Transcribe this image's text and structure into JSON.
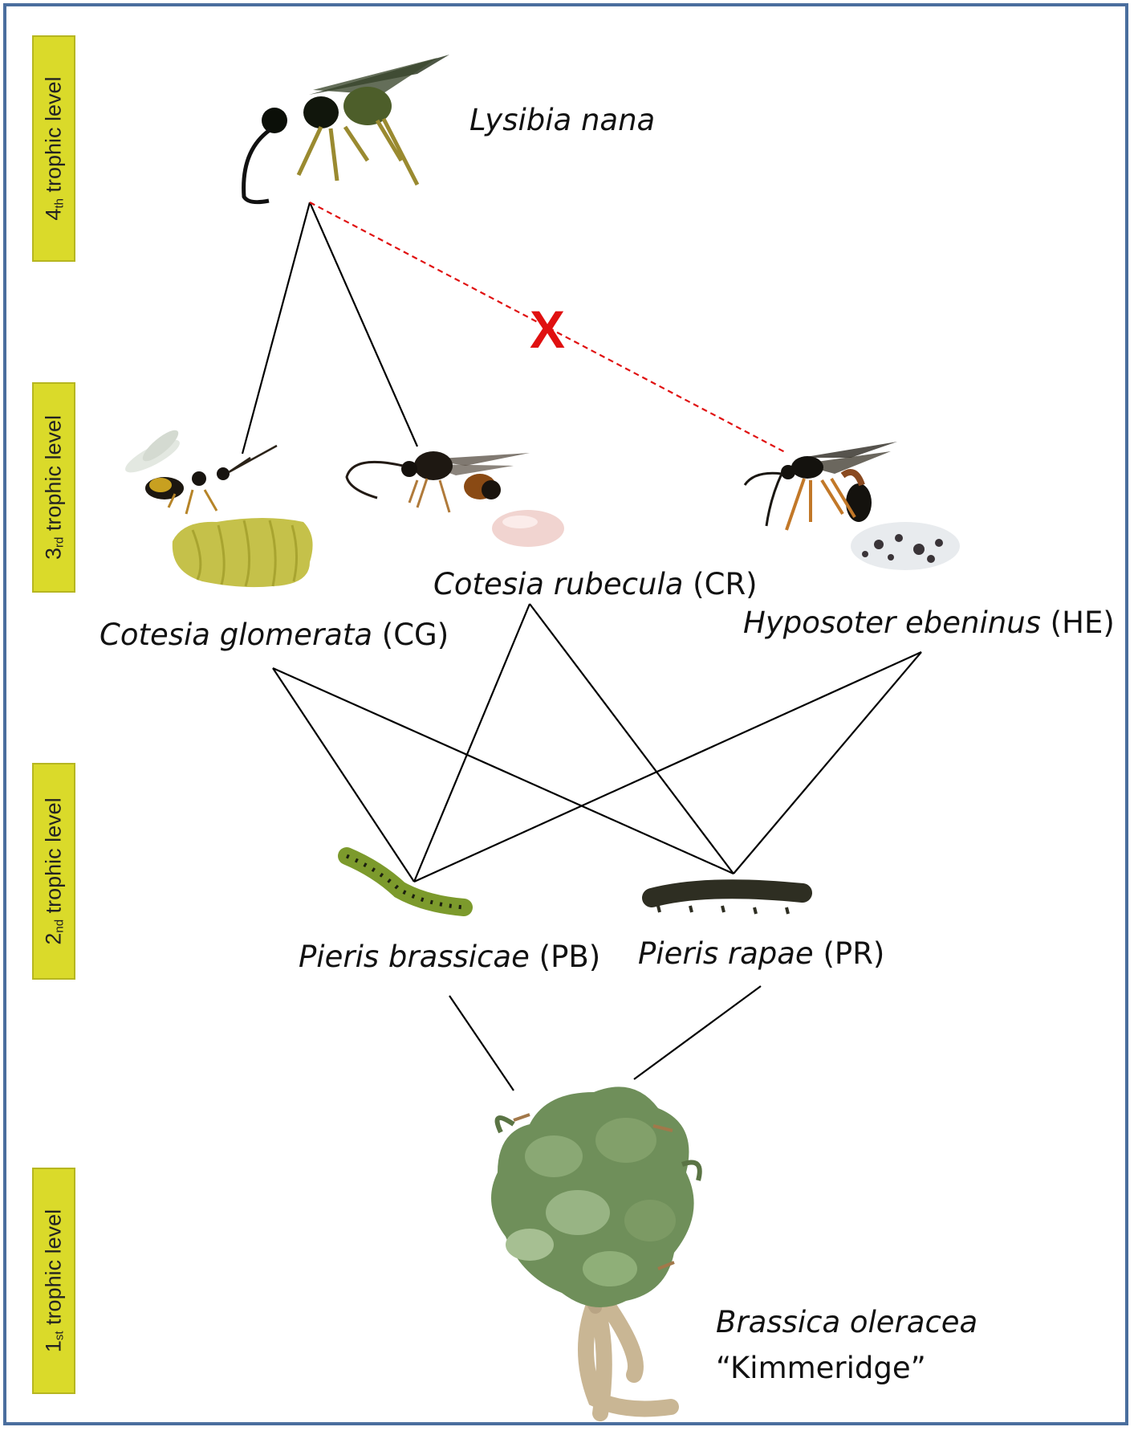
{
  "levels": [
    {
      "ord": "4",
      "sup": "th",
      "rest": " trophic level"
    },
    {
      "ord": "3",
      "sup": "rd",
      "rest": " trophic level"
    },
    {
      "ord": "2",
      "sup": "nd",
      "rest": " trophic level"
    },
    {
      "ord": "1",
      "sup": "st",
      "rest": " trophic level"
    }
  ],
  "species": {
    "lysibia": {
      "sci": "Lysibia nana",
      "abbr": ""
    },
    "cg": {
      "sci": "Cotesia glomerata",
      "abbr": " (CG)"
    },
    "cr": {
      "sci": "Cotesia rubecula",
      "abbr": " (CR)"
    },
    "he": {
      "sci": "Hyposoter ebeninus",
      "abbr": " (HE)"
    },
    "pb": {
      "sci": "Pieris brassicae",
      "abbr": " (PB)"
    },
    "pr": {
      "sci": "Pieris rapae",
      "abbr": " (PR)"
    },
    "bo": {
      "sci": "Brassica oleracea",
      "cultivar": "“Kimmeridge”"
    }
  },
  "absent_link_marker": "X",
  "colors": {
    "frame": "#4a6e9e",
    "level_label_bg": "#dada2a",
    "absent_link": "#e01010",
    "link": "#000000"
  },
  "icons": [
    "lysibia-wasp-icon",
    "cg-wasp-icon",
    "cg-cocoon-cluster-icon",
    "cr-wasp-icon",
    "cr-cocoon-icon",
    "he-wasp-icon",
    "he-cocoon-icon",
    "pb-caterpillar-icon",
    "pr-caterpillar-icon",
    "brassica-plant-icon"
  ]
}
